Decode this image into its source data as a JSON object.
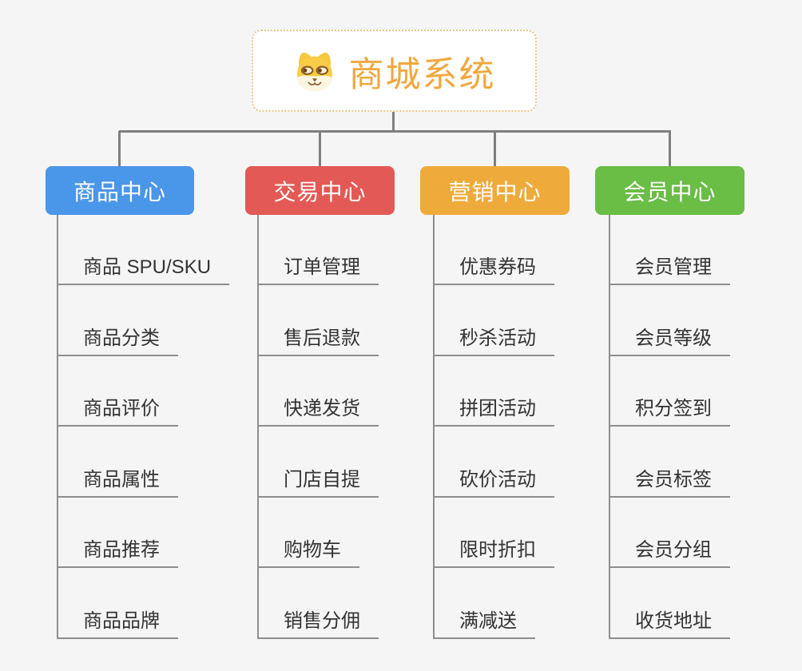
{
  "root": {
    "title": "商城系统",
    "icon": "doge-icon"
  },
  "branches": [
    {
      "label": "商品中心",
      "color": "#4A96E8",
      "items": [
        "商品 SPU/SKU",
        "商品分类",
        "商品评价",
        "商品属性",
        "商品推荐",
        "商品品牌"
      ]
    },
    {
      "label": "交易中心",
      "color": "#E35955",
      "items": [
        "订单管理",
        "售后退款",
        "快递发货",
        "门店自提",
        "购物车",
        "销售分佣"
      ]
    },
    {
      "label": "营销中心",
      "color": "#EEAB3B",
      "items": [
        "优惠券码",
        "秒杀活动",
        "拼团活动",
        "砍价活动",
        "限时折扣",
        "满减送"
      ]
    },
    {
      "label": "会员中心",
      "color": "#6ABD45",
      "items": [
        "会员管理",
        "会员等级",
        "积分签到",
        "会员标签",
        "会员分组",
        "收货地址"
      ]
    }
  ],
  "colors": {
    "background": "#F5F5F6",
    "connector": "#7F7F7F",
    "rail_underline": "#8E8E8E",
    "root_border": "#F0C384",
    "root_text": "#F0A83E",
    "branch_text": "#FFFFFF",
    "leaf_text": "#333333"
  }
}
